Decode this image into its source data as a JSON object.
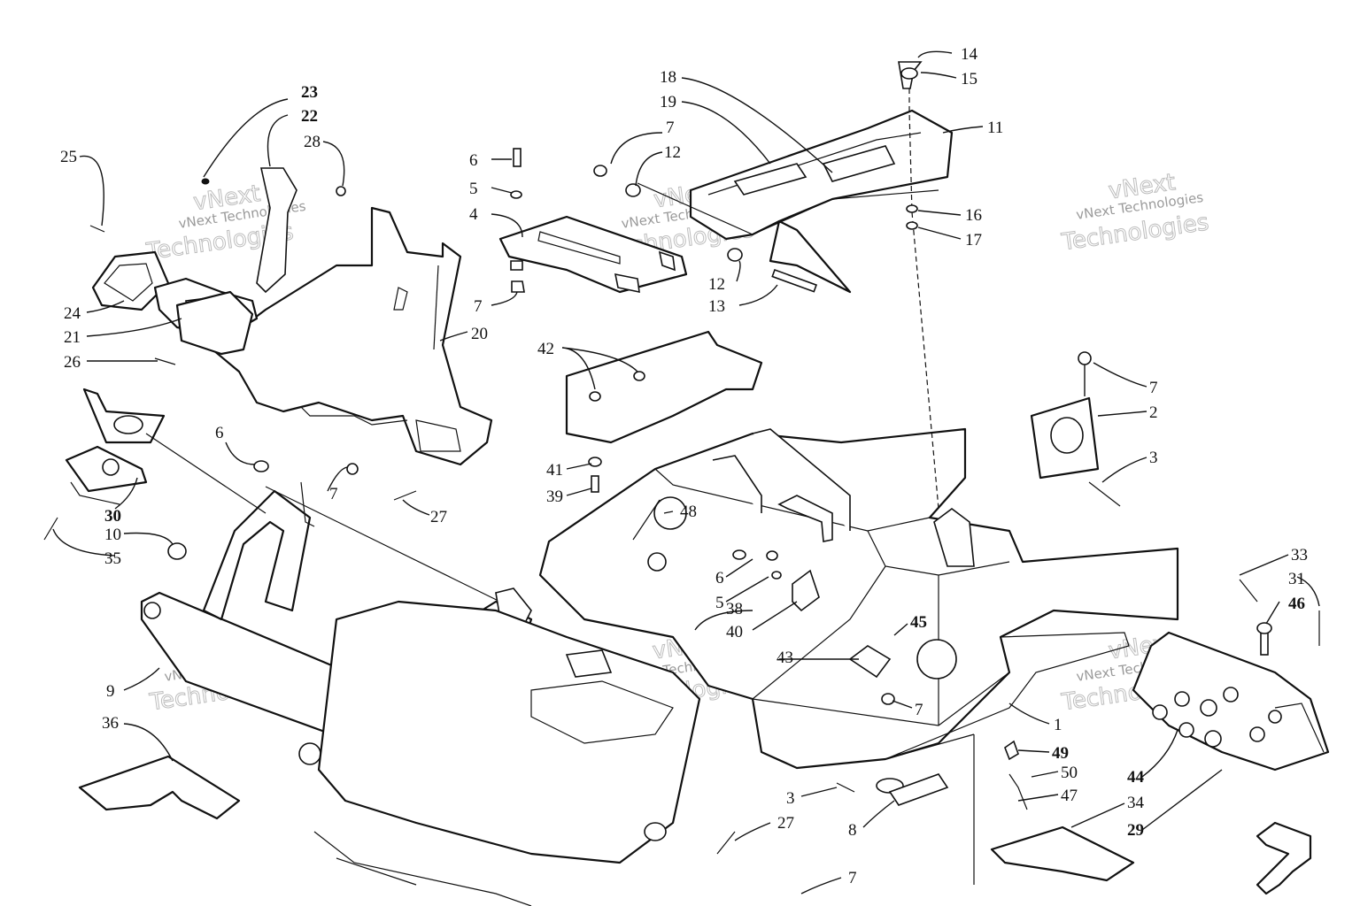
{
  "watermark": {
    "text_top": "vNext",
    "text_bottom": "Technologies",
    "text_small": "vNext Technologies"
  },
  "callouts": [
    {
      "id": "c14",
      "text": "14"
    },
    {
      "id": "c15",
      "text": "15"
    },
    {
      "id": "c18",
      "text": "18"
    },
    {
      "id": "c19",
      "text": "19"
    },
    {
      "id": "c11",
      "text": "11"
    },
    {
      "id": "c7a",
      "text": "7"
    },
    {
      "id": "c12a",
      "text": "12"
    },
    {
      "id": "c6a",
      "text": "6"
    },
    {
      "id": "c5a",
      "text": "5"
    },
    {
      "id": "c4",
      "text": "4"
    },
    {
      "id": "c7b",
      "text": "7"
    },
    {
      "id": "c12b",
      "text": "12"
    },
    {
      "id": "c13",
      "text": "13"
    },
    {
      "id": "c16",
      "text": "16"
    },
    {
      "id": "c17",
      "text": "17"
    },
    {
      "id": "c23",
      "text": "23"
    },
    {
      "id": "c22",
      "text": "22"
    },
    {
      "id": "c28",
      "text": "28"
    },
    {
      "id": "c25",
      "text": "25"
    },
    {
      "id": "c24",
      "text": "24"
    },
    {
      "id": "c21",
      "text": "21"
    },
    {
      "id": "c26",
      "text": "26"
    },
    {
      "id": "c20",
      "text": "20"
    },
    {
      "id": "c42",
      "text": "42"
    },
    {
      "id": "c41",
      "text": "41"
    },
    {
      "id": "c39",
      "text": "39"
    },
    {
      "id": "c7c",
      "text": "7"
    },
    {
      "id": "c2",
      "text": "2"
    },
    {
      "id": "c3a",
      "text": "3"
    },
    {
      "id": "c6b",
      "text": "6"
    },
    {
      "id": "c7d",
      "text": "7"
    },
    {
      "id": "c27a",
      "text": "27"
    },
    {
      "id": "c30",
      "text": "30"
    },
    {
      "id": "c35",
      "text": "35"
    },
    {
      "id": "c10",
      "text": "10"
    },
    {
      "id": "c48",
      "text": "48"
    },
    {
      "id": "c6c",
      "text": "6"
    },
    {
      "id": "c5b",
      "text": "5"
    },
    {
      "id": "c38",
      "text": "38"
    },
    {
      "id": "c40",
      "text": "40"
    },
    {
      "id": "c45",
      "text": "45"
    },
    {
      "id": "c43",
      "text": "43"
    },
    {
      "id": "c7e",
      "text": "7"
    },
    {
      "id": "c33",
      "text": "33"
    },
    {
      "id": "c31",
      "text": "31"
    },
    {
      "id": "c46",
      "text": "46"
    },
    {
      "id": "c9",
      "text": "9"
    },
    {
      "id": "c36",
      "text": "36"
    },
    {
      "id": "c1",
      "text": "1"
    },
    {
      "id": "c49",
      "text": "49"
    },
    {
      "id": "c50",
      "text": "50"
    },
    {
      "id": "c47",
      "text": "47"
    },
    {
      "id": "c44",
      "text": "44"
    },
    {
      "id": "c34",
      "text": "34"
    },
    {
      "id": "c29",
      "text": "29"
    },
    {
      "id": "c3b",
      "text": "3"
    },
    {
      "id": "c8",
      "text": "8"
    },
    {
      "id": "c27b",
      "text": "27"
    },
    {
      "id": "c7f",
      "text": "7"
    }
  ]
}
